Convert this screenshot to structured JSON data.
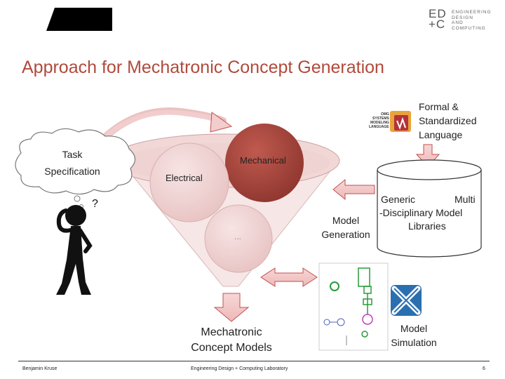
{
  "slide": {
    "title": "Approach for Mechatronic Concept Generation",
    "footer_left": "Benjamin Kruse",
    "footer_center": "Engineering Design + Computing Laboratory",
    "page_number": "6"
  },
  "logo": {
    "letters_top": "ED",
    "letters_bottom": "+C",
    "lines": [
      "ENGINEERING",
      "DESIGN",
      "AND",
      "COMPUTING"
    ]
  },
  "diagram": {
    "task_spec": [
      "Task",
      "Specification"
    ],
    "formal_language": [
      "Formal &",
      "Standardized",
      "Language"
    ],
    "sysml_logo": [
      "OMG",
      "SYSTEMS",
      "MODELING",
      "LANGUAGE"
    ],
    "mechanical": "Mechanical",
    "electrical": "Electrical",
    "ellipsis": "...",
    "library_text": {
      "line1_left": "Generic",
      "line1_right": "Multi",
      "line2": "-Disciplinary Model",
      "line3": "Libraries"
    },
    "model_generation": [
      "Model",
      "Generation"
    ],
    "concept_models": [
      "Mechatronic",
      "Concept Models"
    ],
    "model_simulation": [
      "Model",
      "Simulation"
    ]
  },
  "colors": {
    "title": "#b04a3c",
    "funnel_fill": "#f2dede",
    "circle_dark": "#a9463d",
    "arrow_fill": "#f2c4c4",
    "arrow_stroke": "#c0504d"
  },
  "icons": [
    "person-thinking-icon",
    "sysml-logo-icon",
    "simulation-app-icon",
    "thought-cloud-icon"
  ]
}
